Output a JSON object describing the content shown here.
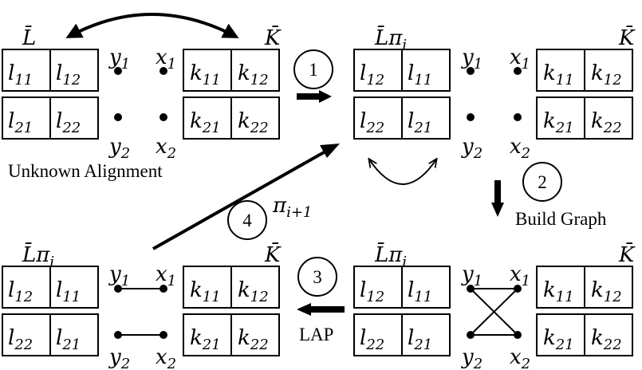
{
  "panels": {
    "top_left": {
      "left_title": "L̄",
      "right_title": "K̄",
      "left_cells": [
        [
          "l11",
          "l12"
        ],
        [
          "l21",
          "l22"
        ]
      ],
      "right_cells": [
        [
          "k11",
          "k12"
        ],
        [
          "k21",
          "k22"
        ]
      ],
      "y_labels": [
        "y1",
        "y2"
      ],
      "x_labels": [
        "x1",
        "x2"
      ],
      "caption": "Unknown Alignment"
    },
    "top_right": {
      "left_title": "L̄πi",
      "right_title": "K̄",
      "left_cells": [
        [
          "l12",
          "l11"
        ],
        [
          "l22",
          "l21"
        ]
      ],
      "right_cells": [
        [
          "k11",
          "k12"
        ],
        [
          "k21",
          "k22"
        ]
      ],
      "y_labels": [
        "y1",
        "y2"
      ],
      "x_labels": [
        "x1",
        "x2"
      ]
    },
    "bottom_right": {
      "left_title": "L̄πi",
      "right_title": "K̄",
      "left_cells": [
        [
          "l12",
          "l11"
        ],
        [
          "l22",
          "l21"
        ]
      ],
      "right_cells": [
        [
          "k11",
          "k12"
        ],
        [
          "k21",
          "k22"
        ]
      ],
      "y_labels": [
        "y1",
        "y2"
      ],
      "x_labels": [
        "x1",
        "x2"
      ]
    },
    "bottom_left": {
      "left_title": "L̄πi",
      "right_title": "K̄",
      "left_cells": [
        [
          "l12",
          "l11"
        ],
        [
          "l22",
          "l21"
        ]
      ],
      "right_cells": [
        [
          "k11",
          "k12"
        ],
        [
          "k21",
          "k22"
        ]
      ],
      "y_labels": [
        "y1",
        "y2"
      ],
      "x_labels": [
        "x1",
        "x2"
      ]
    }
  },
  "steps": [
    {
      "number": "1",
      "label": ""
    },
    {
      "number": "2",
      "label": "Build Graph"
    },
    {
      "number": "3",
      "label": "LAP"
    },
    {
      "number": "4",
      "label": "πi+1"
    }
  ]
}
